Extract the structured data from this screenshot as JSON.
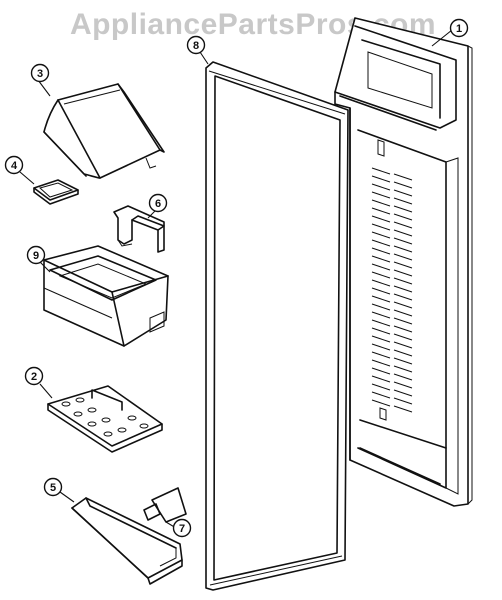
{
  "watermark": "AppliancePartsPros.com",
  "callouts": [
    {
      "id": "1",
      "label": "1"
    },
    {
      "id": "2",
      "label": "2"
    },
    {
      "id": "3",
      "label": "3"
    },
    {
      "id": "4",
      "label": "4"
    },
    {
      "id": "5",
      "label": "5"
    },
    {
      "id": "6",
      "label": "6"
    },
    {
      "id": "7",
      "label": "7"
    },
    {
      "id": "8",
      "label": "8"
    },
    {
      "id": "9",
      "label": "9"
    }
  ]
}
